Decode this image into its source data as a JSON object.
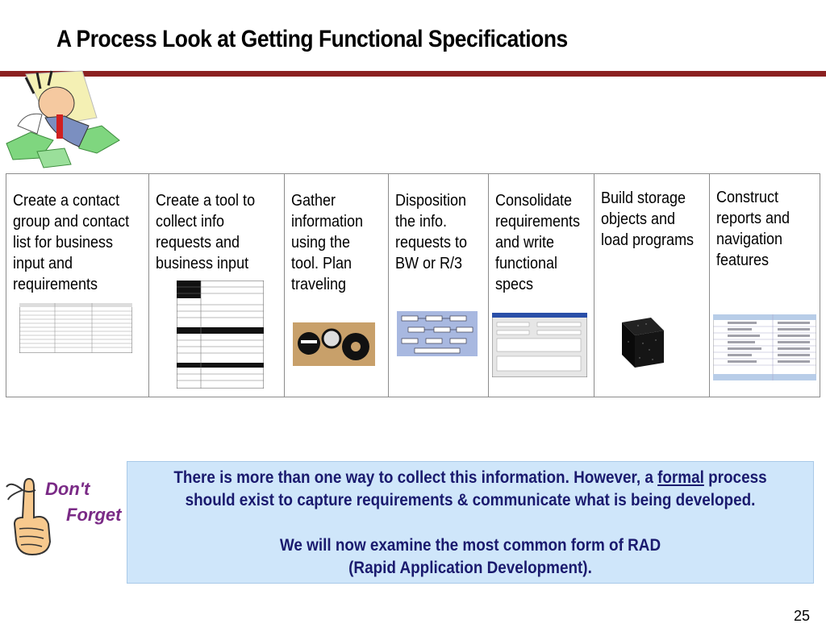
{
  "slide": {
    "title": "A Process Look at Getting Functional Specifications",
    "page_number": "25",
    "accent_color": "#8b2020"
  },
  "steps": [
    {
      "text": "Create a contact\ngroup and contact\n list for business\n input and\nrequirements",
      "icon": "contact-list-table"
    },
    {
      "text": "Create a tool to\n collect info\nrequests and\nbusiness input",
      "icon": "request-form"
    },
    {
      "text": "Gather\ninformation\nusing the\ntool. Plan\ntraveling",
      "icon": "gears-tool"
    },
    {
      "text": "Disposition\nthe info.\nrequests to\nBW or R/3",
      "icon": "flow-diagram"
    },
    {
      "text": "Consolidate\nrequirements\n and write\n functional\n specs",
      "icon": "spec-window"
    },
    {
      "text": "Build storage\nobjects and\nload programs",
      "icon": "data-cube"
    },
    {
      "text": "Construct\nreports and\n navigation\n features",
      "icon": "report-table"
    }
  ],
  "reminder": {
    "line1": "Don't",
    "line2": "Forget"
  },
  "note": {
    "p1_before": "There is more than one way to collect this information. However, a ",
    "p1_underlined": "formal",
    "p1_after": " process should exist to capture requirements & communicate what is being developed.",
    "p2_line1": "We will now examine the most common form of RAD",
    "p2_line2": "(Rapid Application Development)."
  }
}
